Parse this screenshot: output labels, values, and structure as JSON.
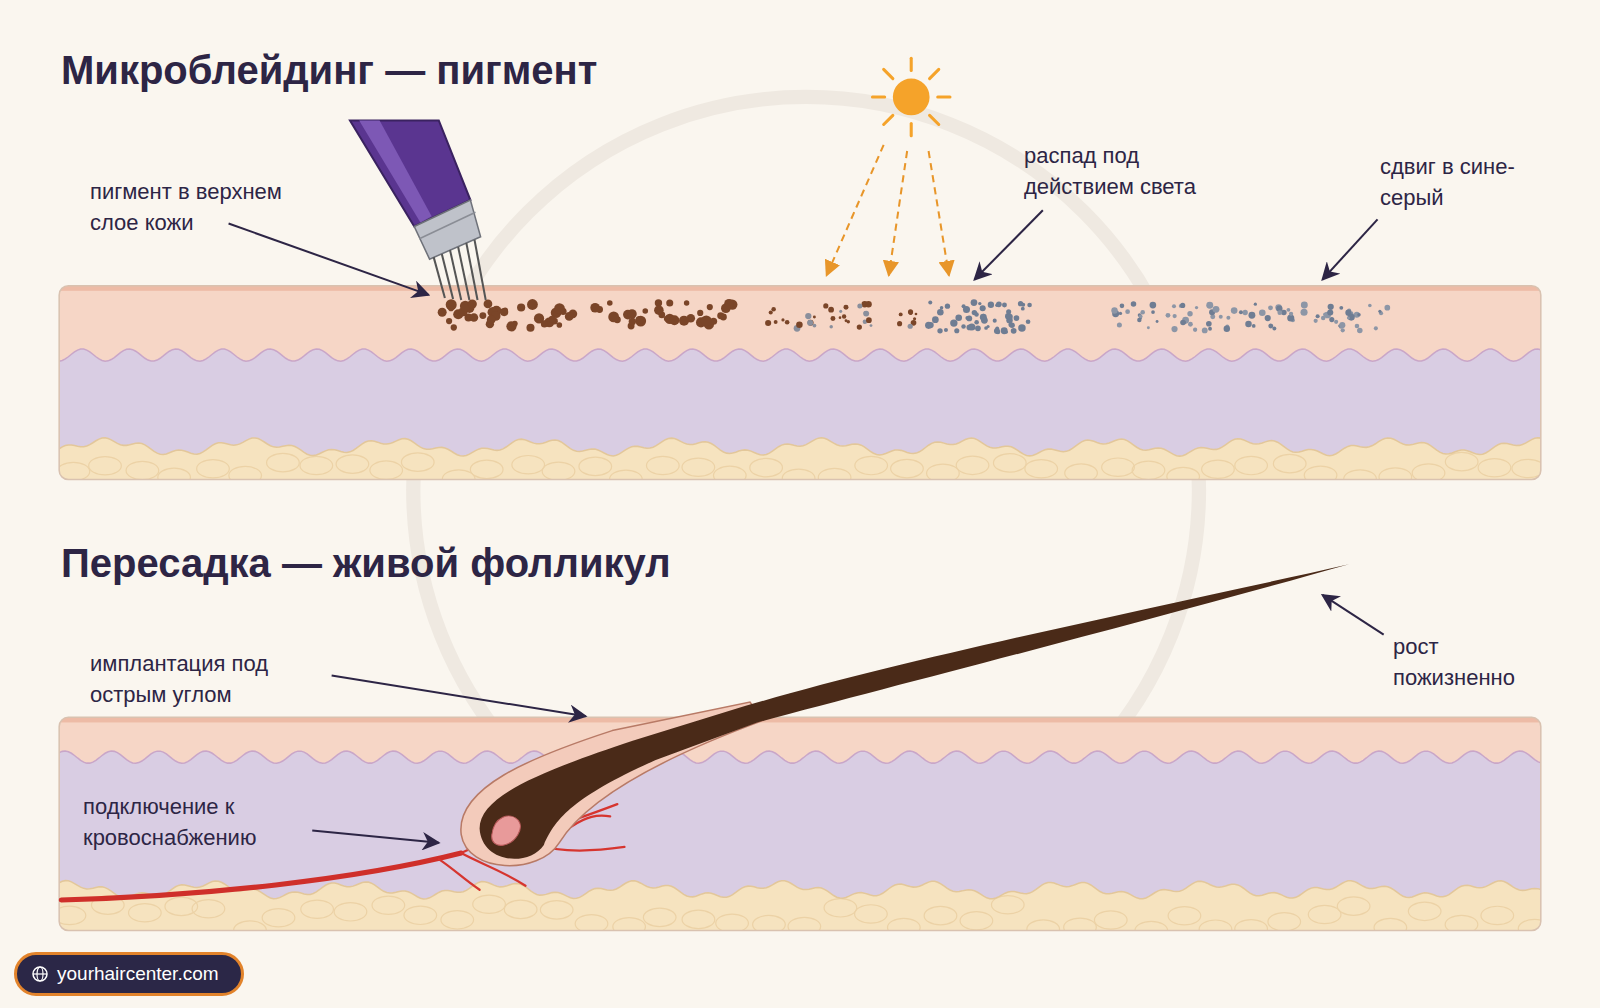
{
  "diagram": {
    "nodes": [
      {
        "text": [
          "yourhaircenter.com"
        ]
      }
    ],
    "labels": [
      "Микроблейдинг — пигмент",
      "пигмент в верхнем слое кожи",
      "распад под действием света",
      "сдвиг в сине-серый",
      "Пересадка — живой фолликул",
      "имплантация под острым углом",
      "рост пожизненно",
      "подключение к кровоснабжению"
    ]
  }
}
